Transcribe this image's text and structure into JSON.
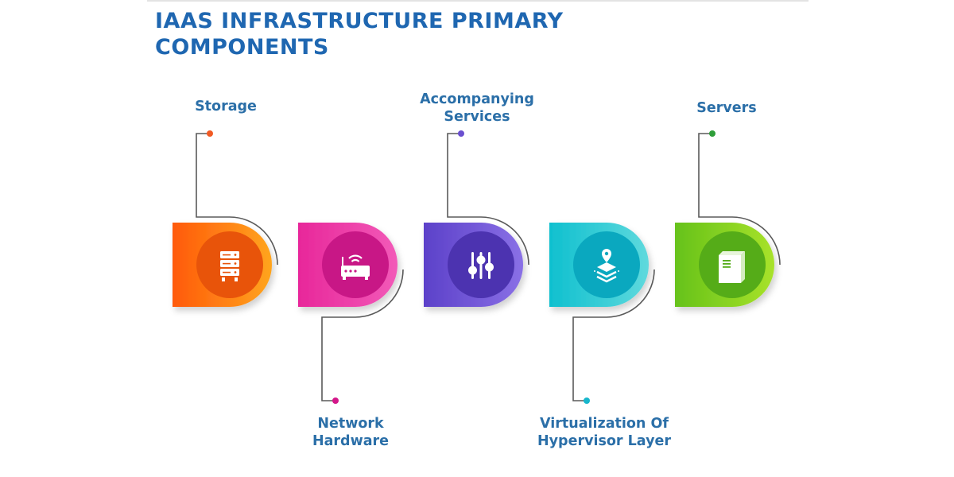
{
  "title": {
    "line1": "IAAS INFRASTRUCTURE PRIMARY",
    "line2": "COMPONENTS"
  },
  "components": [
    {
      "label_lines": [
        "Storage"
      ],
      "icon": "storage-rack-icon",
      "color_start": "#ff5a0a",
      "color_end": "#ffa51f",
      "dot_color": "#f15a24",
      "label_position": "top"
    },
    {
      "label_lines": [
        "Network",
        "Hardware"
      ],
      "icon": "router-icon",
      "color_start": "#e8279a",
      "color_end": "#f25ab8",
      "dot_color": "#d4178a",
      "label_position": "bottom"
    },
    {
      "label_lines": [
        "Accompanying",
        "Services"
      ],
      "icon": "sliders-icon",
      "color_start": "#5c41c9",
      "color_end": "#8a70e6",
      "dot_color": "#6a4fcf",
      "label_position": "top"
    },
    {
      "label_lines": [
        "Virtualization Of",
        "Hypervisor Layer"
      ],
      "icon": "layers-pin-icon",
      "color_start": "#0fc0cf",
      "color_end": "#5fd9dd",
      "dot_color": "#17b6cc",
      "label_position": "bottom"
    },
    {
      "label_lines": [
        "Servers"
      ],
      "icon": "server-tower-icon",
      "color_start": "#66c21a",
      "color_end": "#a8e22a",
      "dot_color": "#2f9e3a",
      "label_position": "top"
    }
  ],
  "colors": {
    "title": "#1f67b1",
    "label": "#2b6fa8",
    "connector": "#5a5a5a"
  }
}
